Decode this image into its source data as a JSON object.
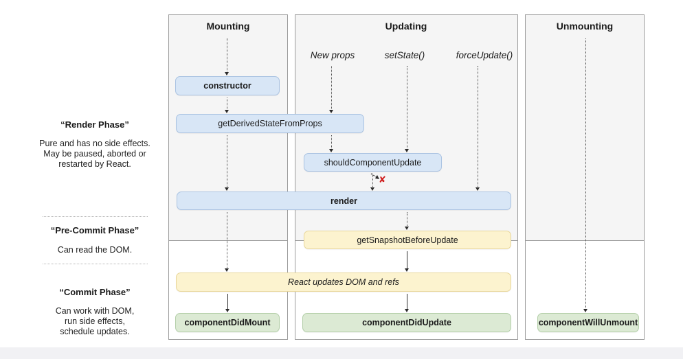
{
  "phases": [
    {
      "title": "“Render Phase”",
      "lines": [
        "Pure and has no side effects.",
        "May be paused, aborted or",
        "restarted by React."
      ]
    },
    {
      "title": "“Pre-Commit Phase”",
      "lines": [
        "Can read the DOM."
      ]
    },
    {
      "title": "“Commit Phase”",
      "lines": [
        "Can work with DOM,",
        "run side effects,",
        "schedule updates."
      ]
    }
  ],
  "columns": [
    {
      "title": "Mounting"
    },
    {
      "title": "Updating",
      "triggers": [
        "New props",
        "setState()",
        "forceUpdate()"
      ]
    },
    {
      "title": "Unmounting"
    }
  ],
  "boxes": {
    "constructor": "constructor",
    "getDerivedStateFromProps": "getDerivedStateFromProps",
    "shouldComponentUpdate": "shouldComponentUpdate",
    "render": "render",
    "getSnapshotBeforeUpdate": "getSnapshotBeforeUpdate",
    "reactUpdatesDom": "React updates DOM and refs",
    "componentDidMount": "componentDidMount",
    "componentDidUpdate": "componentDidUpdate",
    "componentWillUnmount": "componentWillUnmount"
  },
  "icons": {
    "skip_update_x": "✘"
  },
  "colors": {
    "render_phase_box": "#d8e6f6",
    "pre_commit_box": "#fcf3cf",
    "commit_box": "#dcead4",
    "column_bg": "#f5f5f5",
    "skip_x": "#cf1c1c"
  }
}
